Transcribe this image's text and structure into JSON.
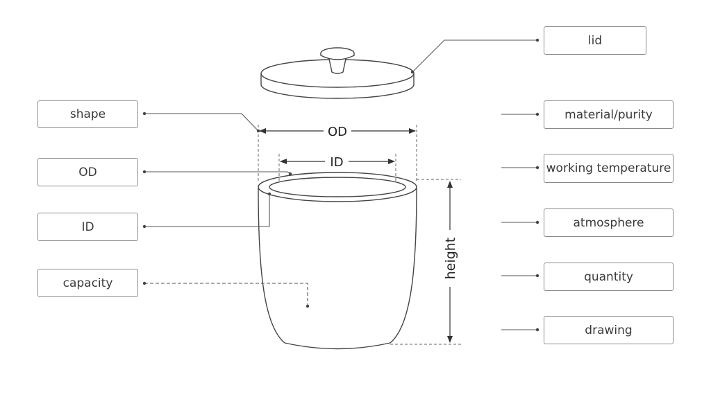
{
  "left_labels": {
    "shape": "shape",
    "od": "OD",
    "id": "ID",
    "capacity": "capacity"
  },
  "right_labels": {
    "lid": "lid",
    "material": "material/purity",
    "temperature": "working temperature",
    "atmosphere": "atmosphere",
    "quantity": "quantity",
    "drawing": "drawing"
  },
  "dimensions": {
    "od": "OD",
    "id": "ID",
    "height": "height"
  },
  "colors": {
    "line": "#444444",
    "box_border": "#8a8a8a"
  }
}
